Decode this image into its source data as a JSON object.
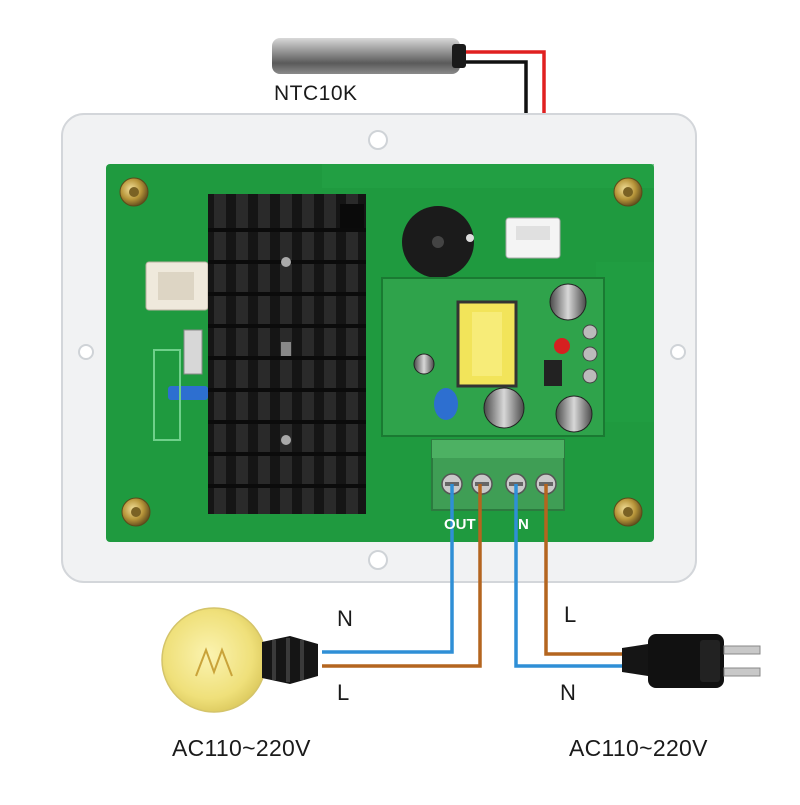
{
  "sensor": {
    "label": "NTC10K"
  },
  "terminal": {
    "out_label": "OUT",
    "n_label": "N"
  },
  "load_side": {
    "top_wire_label": "N",
    "bottom_wire_label": "L",
    "voltage_label": "AC110~220V"
  },
  "mains_side": {
    "top_wire_label": "L",
    "bottom_wire_label": "N",
    "voltage_label": "AC110~220V"
  },
  "colors": {
    "pcb": "#1f9a3f",
    "heatsink": "#151515",
    "terminal_block": "#3f9e55",
    "wire_blue": "#2f8fd6",
    "wire_brown": "#b4651f",
    "sensor_red": "#e02020",
    "sensor_black": "#111111"
  }
}
